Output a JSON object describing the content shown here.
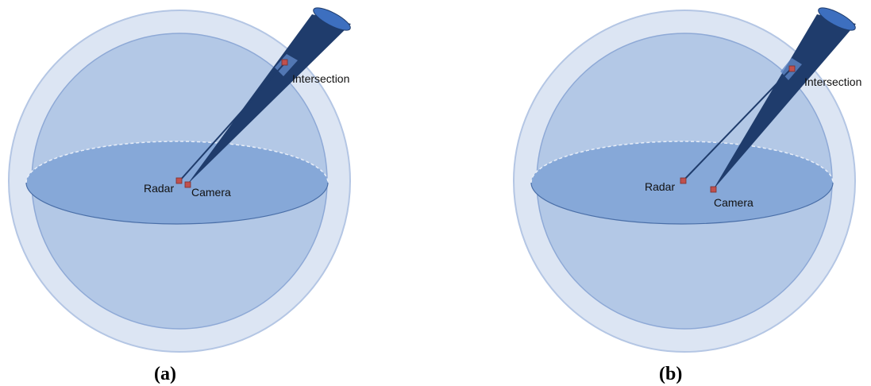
{
  "figures": [
    {
      "caption": "(a)",
      "labels": {
        "radar": "Radar",
        "camera": "Camera",
        "intersection": "Intersection"
      }
    },
    {
      "caption": "(b)",
      "labels": {
        "radar": "Radar",
        "camera": "Camera",
        "intersection": "Intersection"
      }
    }
  ],
  "colors": {
    "outer_shell": "#dce5f3",
    "inner_sphere": "#b3c8e6",
    "horizontal_plane": "#86a8d8",
    "camera_frustum": "#1f3c6c",
    "frustum_top": "#3d6fbf",
    "sensor_marker": "#c0504d"
  }
}
